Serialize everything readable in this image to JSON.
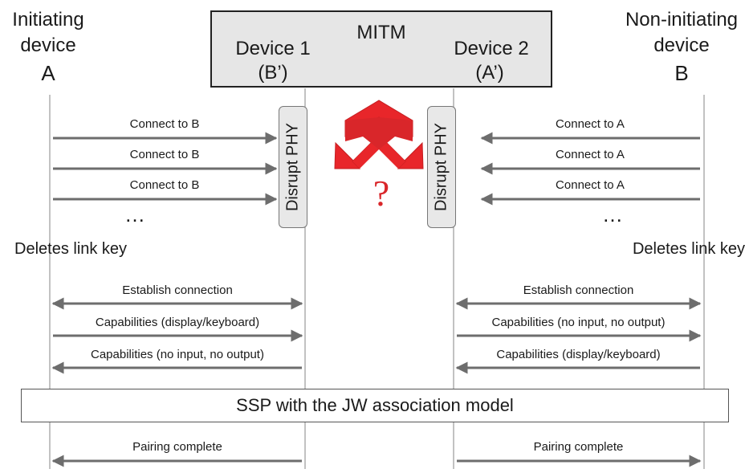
{
  "mitm": {
    "title": "MITM",
    "device1_name": "Device 1",
    "device1_role": "(B’)",
    "device2_name": "Device 2",
    "device2_role": "(A’)"
  },
  "left_device": {
    "line1": "Initiating",
    "line2": "device",
    "letter": "A"
  },
  "right_device": {
    "line1": "Non-initiating",
    "line2": "device",
    "letter": "B"
  },
  "disrupt_label": "Disrupt PHY",
  "question_mark": "?",
  "left_connects": [
    "Connect to B",
    "Connect to B",
    "Connect to B"
  ],
  "right_connects": [
    "Connect to A",
    "Connect to A",
    "Connect to A"
  ],
  "ellipsis": "…",
  "deletes_link_key": "Deletes link key",
  "left_exchange": {
    "establish": "Establish connection",
    "caps_out": "Capabilities (display/keyboard)",
    "caps_in": "Capabilities (no input, no output)"
  },
  "right_exchange": {
    "establish": "Establish connection",
    "caps_out": "Capabilities (no input, no output)",
    "caps_in": "Capabilities (display/keyboard)"
  },
  "ssp_banner": "SSP with the JW association model",
  "pairing_complete": "Pairing complete",
  "colors": {
    "arrow": "#6d6d6d",
    "big_arrow": "#e8262a",
    "question": "#d9262a",
    "box_fill": "#e6e6e6"
  }
}
